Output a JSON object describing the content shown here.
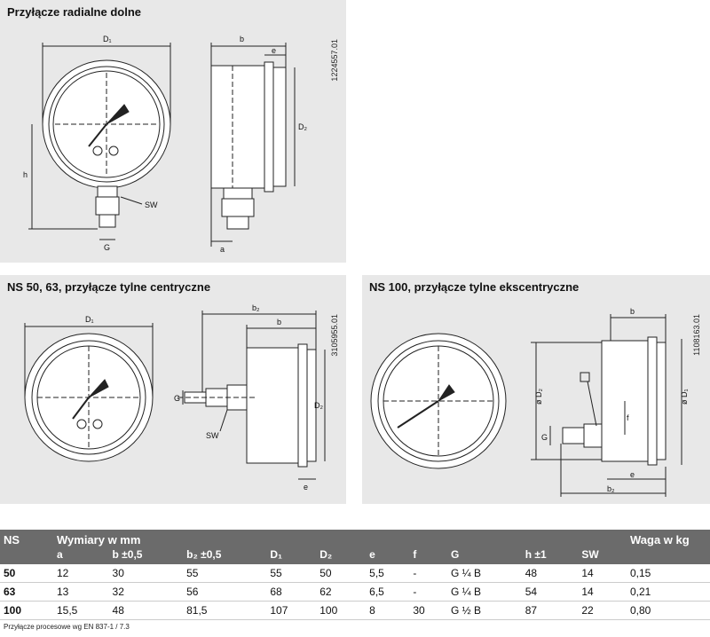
{
  "panels": {
    "radial": {
      "title": "Przyłącze radialne dolne",
      "code": "1224557.01"
    },
    "back_central": {
      "title": "NS 50, 63, przyłącze tylne centryczne",
      "code": "3105955.01"
    },
    "back_eccentric": {
      "title": "NS 100, przyłącze tylne ekscentryczne",
      "code": "1108163.01"
    }
  },
  "labels": {
    "D1": "D₁",
    "D2": "D₂",
    "b": "b",
    "b2": "b₂",
    "e": "e",
    "h": "h",
    "G": "G",
    "SW": "SW",
    "a": "a",
    "f": "f",
    "oD1": "ø D₁",
    "oD2": "ø D₂"
  },
  "table": {
    "header_ns": "NS",
    "header_dims": "Wymiary w mm",
    "header_weight": "Waga w kg",
    "columns": [
      "a",
      "b ±0,5",
      "b₂ ±0,5",
      "D₁",
      "D₂",
      "e",
      "f",
      "G",
      "h ±1",
      "SW"
    ],
    "rows": [
      {
        "ns": "50",
        "cells": [
          "12",
          "30",
          "55",
          "55",
          "50",
          "5,5",
          "-",
          "G ¼ B",
          "48",
          "14"
        ],
        "weight": "0,15"
      },
      {
        "ns": "63",
        "cells": [
          "13",
          "32",
          "56",
          "68",
          "62",
          "6,5",
          "-",
          "G ¼ B",
          "54",
          "14"
        ],
        "weight": "0,21"
      },
      {
        "ns": "100",
        "cells": [
          "15,5",
          "48",
          "81,5",
          "107",
          "100",
          "8",
          "30",
          "G ½ B",
          "87",
          "22"
        ],
        "weight": "0,80"
      }
    ]
  },
  "footnote": "Przyłącze procesowe wg EN 837-1 / 7.3"
}
